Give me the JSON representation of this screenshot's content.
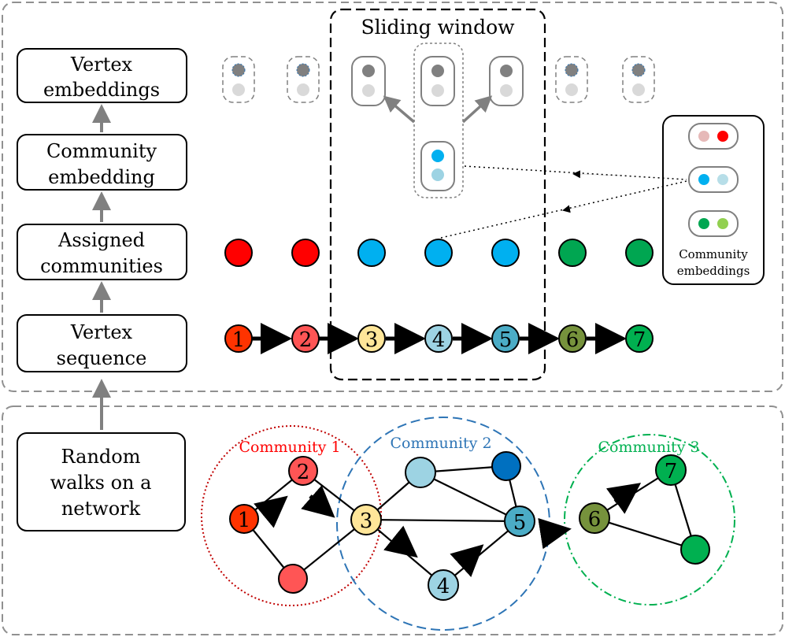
{
  "steps": {
    "vertex_embeddings": [
      "Vertex",
      "embeddings"
    ],
    "community_embedding": [
      "Community",
      "embedding"
    ],
    "assigned_communities": [
      "Assigned",
      "communities"
    ],
    "vertex_sequence": [
      "Vertex",
      "sequence"
    ],
    "random_walks": [
      "Random",
      "walks on a",
      "network"
    ]
  },
  "sliding_window_title": "Sliding window",
  "community_embeddings_legend": [
    "Community",
    "embeddings"
  ],
  "sequence_numbers": [
    "1",
    "2",
    "3",
    "4",
    "5",
    "6",
    "7"
  ],
  "communities": {
    "c1": "Community 1",
    "c2": "Community 2",
    "c3": "Community 3"
  },
  "graph_node_labels": {
    "n1": "1",
    "n2": "2",
    "n3": "3",
    "n4": "4",
    "n5": "5",
    "n6": "6",
    "n7": "7"
  },
  "colors": {
    "red": "#ff0000",
    "blue": "#00b0f0",
    "green": "#00a651",
    "c1_line": "#c00000",
    "c2_line": "#2e75b6",
    "c3_line": "#00b050",
    "seq": [
      "#ff3300",
      "#ff5555",
      "#ffe699",
      "#9dd3e3",
      "#4bacc6",
      "#76923c",
      "#00b050"
    ]
  }
}
